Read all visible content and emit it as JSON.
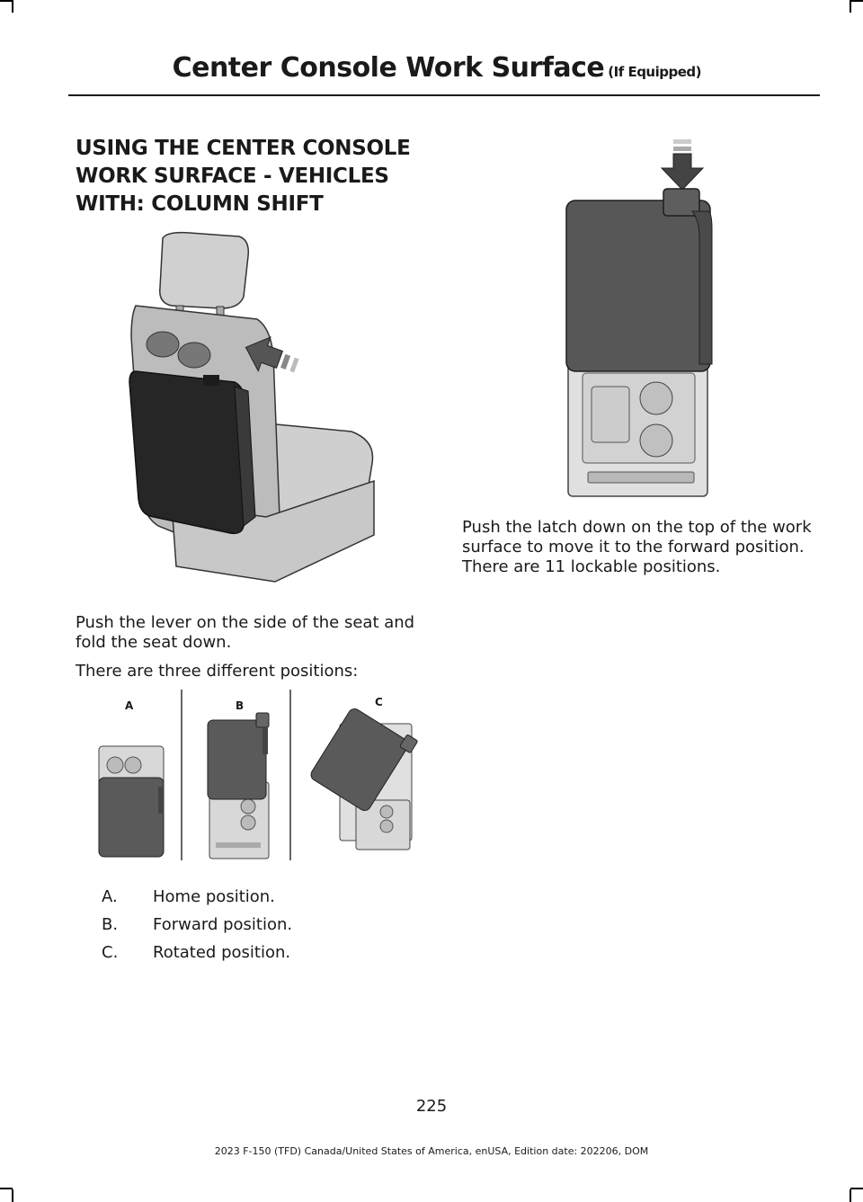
{
  "header": {
    "title": "Center Console Work Surface",
    "subtitle": "(If Equipped)"
  },
  "section": {
    "heading_line1": "USING THE CENTER CONSOLE",
    "heading_line2": "WORK SURFACE - VEHICLES",
    "heading_line3": "WITH: COLUMN SHIFT"
  },
  "left_column": {
    "para1_line1": "Push the lever on the side of the seat and",
    "para1_line2": "fold the seat down.",
    "para2": "There are three different positions:",
    "figure_labels": [
      "A",
      "B",
      "C"
    ],
    "list": [
      {
        "letter": "A.",
        "text": "Home position."
      },
      {
        "letter": "B.",
        "text": "Forward position."
      },
      {
        "letter": "C.",
        "text": "Rotated position."
      }
    ]
  },
  "right_column": {
    "para_line1": "Push the latch down on the top of the work",
    "para_line2": "surface to move it to the forward position.",
    "para_line3": "There are 11 lockable positions."
  },
  "page_number": "225",
  "footer": "2023 F-150 (TFD) Canada/United States of America, enUSA, Edition date: 202206, DOM",
  "colors": {
    "text": "#1a1a1a",
    "rule": "#1a1a1a",
    "dark_panel": "#4a4a4a",
    "light_gray": "#d4d4d4"
  }
}
